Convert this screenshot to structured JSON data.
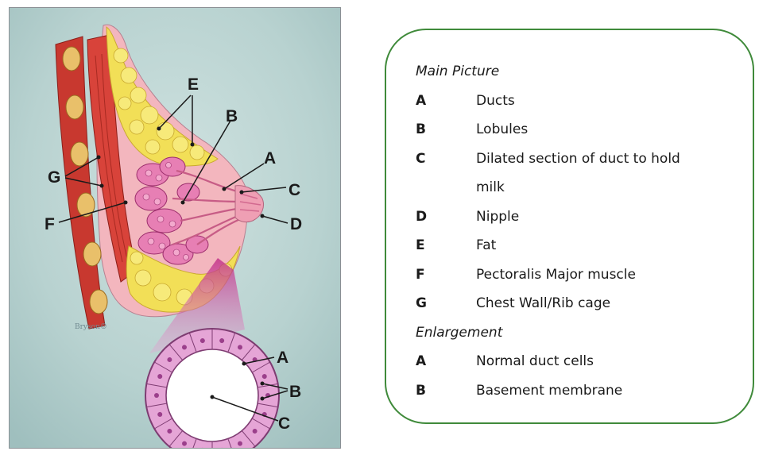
{
  "illustration": {
    "main_labels": {
      "A": "A",
      "B": "B",
      "C": "C",
      "D": "D",
      "E": "E",
      "F": "F",
      "G": "G"
    },
    "enlargement_labels": {
      "A": "A",
      "B": "B",
      "C": "C"
    },
    "artist_credit": "Bryson©",
    "colors": {
      "background": "#b8d2d0",
      "fat": "#f2df57",
      "muscle": "#d8433a",
      "tissue": "#f3b6be",
      "lobules": "#e77fb4",
      "rib": "#e9c06a",
      "enlargement_cells": "#e5a5d6",
      "legend_border": "#3f8a3a"
    }
  },
  "legend": {
    "main_heading": "Main Picture",
    "main_items": [
      {
        "key": "A",
        "text": "Ducts"
      },
      {
        "key": "B",
        "text": "Lobules"
      },
      {
        "key": "C",
        "text": "Dilated section of duct to hold"
      },
      {
        "key": "",
        "text": "milk"
      },
      {
        "key": "D",
        "text": "Nipple"
      },
      {
        "key": "E",
        "text": "Fat"
      },
      {
        "key": "F",
        "text": "Pectoralis Major  muscle"
      },
      {
        "key": "G",
        "text": "Chest Wall/Rib cage"
      }
    ],
    "enlargement_heading": "Enlargement",
    "enlargement_items": [
      {
        "key": "A",
        "text": "Normal duct cells"
      },
      {
        "key": "B",
        "text": "Basement membrane"
      }
    ]
  }
}
